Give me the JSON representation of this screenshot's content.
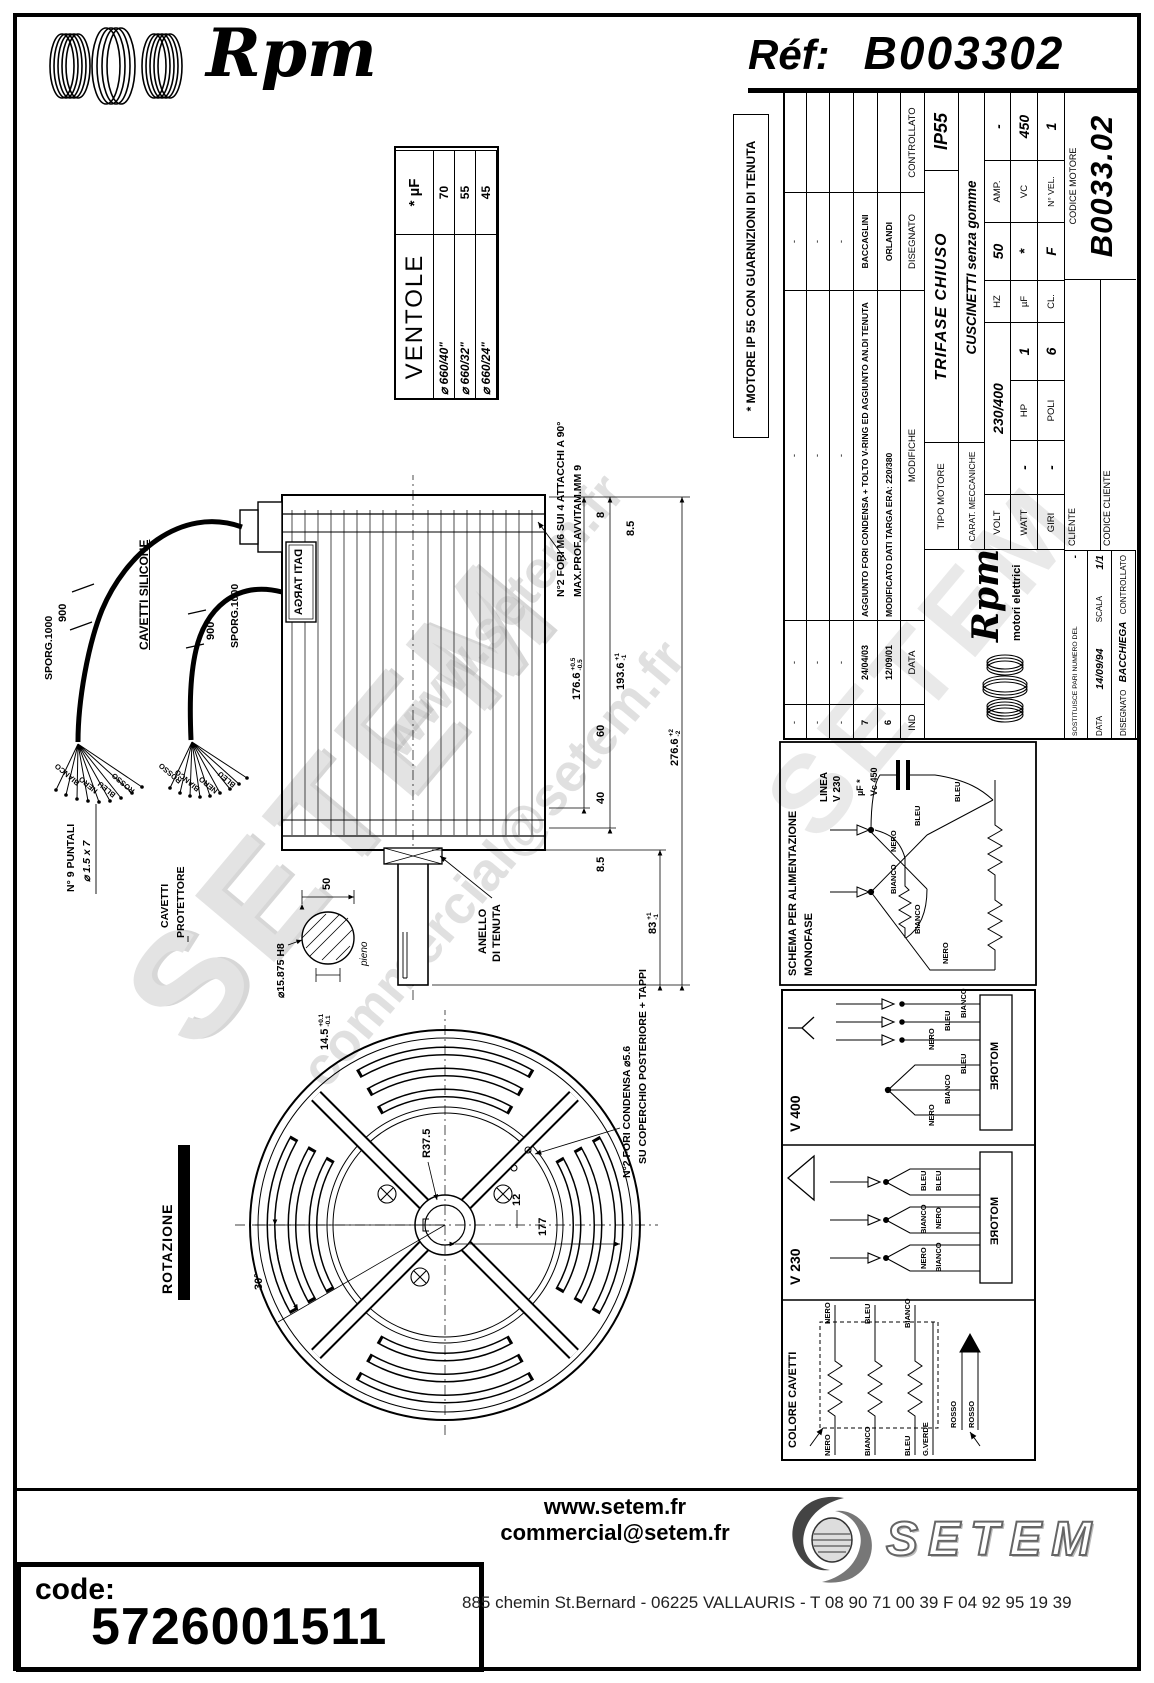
{
  "header": {
    "brand": "Rpm",
    "ref_label": "Réf:",
    "ref_value": "B003302"
  },
  "ventole": {
    "title": "VENTOLE",
    "uf_header": "* µF",
    "rows": [
      {
        "dia": "⌀ 660/40\"",
        "uf": "70"
      },
      {
        "dia": "⌀ 660/32\"",
        "uf": "55"
      },
      {
        "dia": "⌀ 660/24\"",
        "uf": "45"
      }
    ]
  },
  "note_ip55": "* MOTORE IP 55 CON GUARNIZIONI DI TENUTA",
  "titleblock": {
    "rev": {
      "h_ind": "IND",
      "h_data": "DATA",
      "h_mod": "MODIFICHE",
      "h_dis": "DISEGNATO",
      "h_con": "CONTROLLATO",
      "rows": [
        {
          "ind": "-",
          "date": "-",
          "mod": "-",
          "who": "-"
        },
        {
          "ind": "-",
          "date": "-",
          "mod": "-",
          "who": "-"
        },
        {
          "ind": "-",
          "date": "-",
          "mod": "-",
          "who": "-"
        },
        {
          "ind": "7",
          "date": "24/04/03",
          "mod": "AGGIUNTO FORI CONDENSA + TOLTO V-RING ED AGGIUNTO AN.DI TENUTA",
          "who": "BACCAGLINI"
        },
        {
          "ind": "6",
          "date": "12/09/01",
          "mod": "MODIFICATO DATI TARGA ERA: 220/380",
          "who": "ORLANDI"
        }
      ]
    },
    "tipo_label": "TIPO MOTORE",
    "tipo": "TRIFASE CHIUSO",
    "ip": "IP55",
    "carat_label": "CARAT. MECCANICHE",
    "carat": "CUSCINETTI  senza gomme",
    "volt_label": "VOLT",
    "volt": "230/400",
    "hz_label": "HZ",
    "hz": "50",
    "amp_label": "AMP.",
    "amp": "-",
    "watt_label": "WATT",
    "watt": "-",
    "hp_label": "HP",
    "hp": "1",
    "uf_label": "µF",
    "uf": "*",
    "vc_label": "VC",
    "vc": "450",
    "giri_label": "GIRI",
    "giri": "-",
    "poli_label": "POLI",
    "poli": "6",
    "cl_label": "CL.",
    "cl": "F",
    "nvel_label": "N° VEL.",
    "nvel": "1",
    "logo_brand": "Rpm",
    "logo_sub": "motori elettrici",
    "sost_label": "SOSTITUISCE PARI NUMERO DEL",
    "sost": "-",
    "data_label": "DATA",
    "data": "14/09/94",
    "scala_label": "SCALA",
    "scala": "1/1",
    "dis_label": "DISEGNATO",
    "dis": "BACCHIEGA",
    "con_label": "CONTROLLATO",
    "cliente_label": "CLIENTE",
    "codcli_label": "CODICE CLIENTE",
    "codmot_label": "CODICE MOTORE",
    "codmot": "B0033.02"
  },
  "schema": {
    "mono": {
      "t1": "SCHEMA PER ALIMENTAZIONE",
      "t2": "MONOFASE",
      "linea": "LINEA",
      "v": "V 230",
      "cap1": "µF *",
      "cap2": "Vc 450",
      "w1": "NERO",
      "w2": "BIANCO",
      "w3": "BIANCO",
      "w4": "NERO",
      "w5": "BLEU",
      "w6": "BLEU"
    },
    "v400": {
      "t": "V 400",
      "motore": "MOTORE",
      "l1": "NERO",
      "l2": "BIANCO",
      "l3": "BLEU",
      "r1": "NERO",
      "r2": "BLEU",
      "r3": "BIANCO"
    },
    "v230": {
      "t": "V 230",
      "motore": "MOTORE",
      "p1a": "NERO",
      "p1b": "BIANCO",
      "p2a": "BIANCO",
      "p2b": "NERO",
      "p3a": "BLEU",
      "p3b": "BLEU"
    },
    "colore": {
      "t": "COLORE CAVETTI",
      "r1": "NERO",
      "r2": "BLEU",
      "r3": "BIANCO",
      "l1": "NERO",
      "l2": "BIANCO",
      "l3": "BLEU",
      "l4": "G.VERDE",
      "rosso1": "ROSSO",
      "rosso2": "ROSSO"
    }
  },
  "side": {
    "dati_targa": "DATI TARGA",
    "anello1": "ANELLO",
    "anello2": "DI TENUTA",
    "shaft_dia": "⌀15.875 H8",
    "pieno": "pieno",
    "d50": "50",
    "d145": "14.5",
    "d145p": "+0.1",
    "d145m": "-0.1",
    "d83": "83",
    "d83p": "+1",
    "d83m": "-1",
    "d2766": "276.6",
    "d2766p": "+2",
    "d2766m": "-2",
    "d1936": "193.6",
    "d1936p": "+1",
    "d1936m": "-1",
    "d1766": "176.6",
    "d1766p": "+0.5",
    "d1766m": "-0.5",
    "d85a": "8.5",
    "d85b": "8.5",
    "d8": "8",
    "d60": "60",
    "d40": "40",
    "fori_m6": "N°2 FORI M6 SUI 4 ATTACCHI A 90°",
    "max_prof": "MAX.PROF.AVVITAM.MM 9"
  },
  "front": {
    "rotazione": "ROTAZIONE",
    "ang30": "30°",
    "r375": "R37.5",
    "d12": "12",
    "d177": "177",
    "fori1": "N°2 FORI CONDENSA ⌀5.6",
    "fori2": "SU COPERCHIO POSTERIORE + TAPPI"
  },
  "cables": {
    "silicone": "CAVETTI SILICONE",
    "sporg1": "SPORG.1000",
    "sporg2": "SPORG.1000",
    "d900a": "900",
    "d900b": "900",
    "puntali1": "N° 9 PUNTALI",
    "puntali2": "⌀ 1.5 x 7",
    "prot1": "CAVETTI",
    "prot2": "PROTETTORE",
    "fan1": [
      "BIANCO",
      "NERO",
      "BLEU",
      "ROSSO"
    ],
    "fan2": [
      "ROSSO",
      "BIANCO",
      "NERO",
      "BLEU"
    ]
  },
  "watermarks": {
    "w1": "www.setem.fr",
    "w2": "SETEM",
    "w3": "commercial@setem.fr",
    "w4": "SETEM"
  },
  "footer": {
    "code_label": "code:",
    "code": "5726001511",
    "web": "www.setem.fr",
    "email": "commercial@setem.fr",
    "logo": "SETEM",
    "address": "885 chemin St.Bernard  -  06225 VALLAURIS  -  T 08 90 71 00 39   F 04 92 95 19 39"
  }
}
